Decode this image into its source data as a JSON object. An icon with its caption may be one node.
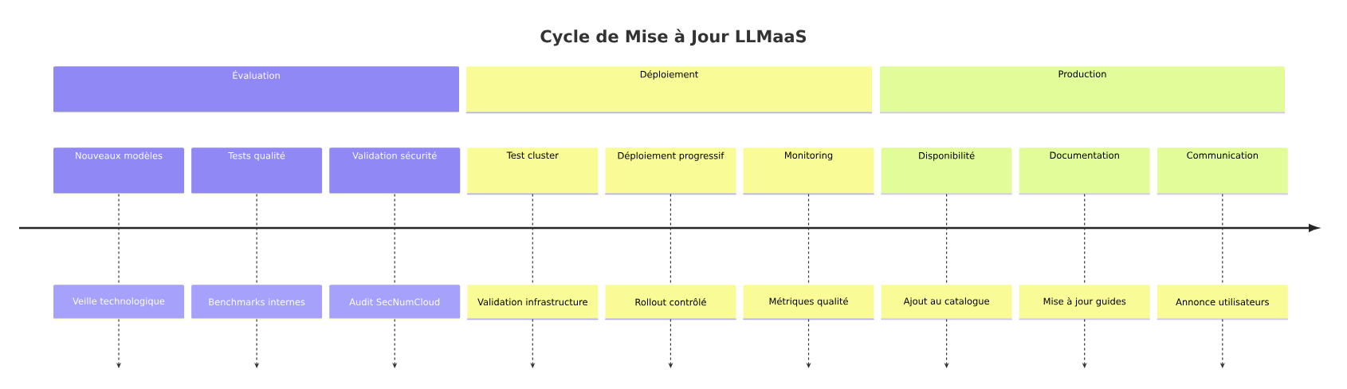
{
  "diagram": {
    "title": "Cycle de Mise à Jour LLMaaS",
    "nodes": [
      {
        "text": [
          "Évaluation"
        ]
      },
      {
        "text": [
          "Déploiement"
        ]
      },
      {
        "text": [
          "Production"
        ]
      },
      {
        "text": [
          "Nouveaux modèles"
        ]
      },
      {
        "text": [
          "Tests qualité"
        ]
      },
      {
        "text": [
          "Validation sécurité"
        ]
      },
      {
        "text": [
          "Test cluster"
        ]
      },
      {
        "text": [
          "Déploiement progressif"
        ]
      },
      {
        "text": [
          "Monitoring"
        ]
      },
      {
        "text": [
          "Disponibilité"
        ]
      },
      {
        "text": [
          "Documentation"
        ]
      },
      {
        "text": [
          "Communication"
        ]
      },
      {
        "text": [
          "Veille technologique"
        ]
      },
      {
        "text": [
          "Benchmarks internes"
        ]
      },
      {
        "text": [
          "Audit SecNumCloud"
        ]
      },
      {
        "text": [
          "Validation infrastructure"
        ]
      },
      {
        "text": [
          "Rollout contrôlé"
        ]
      },
      {
        "text": [
          "Métriques qualité"
        ]
      },
      {
        "text": [
          "Ajout au catalogue"
        ]
      },
      {
        "text": [
          "Mise à jour guides"
        ]
      },
      {
        "text": [
          "Annonce utilisateurs"
        ]
      }
    ],
    "edges": [
      {
        "from": 3,
        "to": 12,
        "arrow": "none",
        "style": "dashed"
      },
      {
        "from": 12,
        "to": null,
        "arrow": "to",
        "style": "dashed"
      },
      {
        "from": 4,
        "to": 13,
        "arrow": "none",
        "style": "dashed"
      },
      {
        "from": 13,
        "to": null,
        "arrow": "to",
        "style": "dashed"
      },
      {
        "from": 5,
        "to": 14,
        "arrow": "none",
        "style": "dashed"
      },
      {
        "from": 14,
        "to": null,
        "arrow": "to",
        "style": "dashed"
      },
      {
        "from": 6,
        "to": 15,
        "arrow": "none",
        "style": "dashed"
      },
      {
        "from": 15,
        "to": null,
        "arrow": "to",
        "style": "dashed"
      },
      {
        "from": 7,
        "to": 16,
        "arrow": "none",
        "style": "dashed"
      },
      {
        "from": 16,
        "to": null,
        "arrow": "to",
        "style": "dashed"
      },
      {
        "from": 8,
        "to": 17,
        "arrow": "none",
        "style": "dashed"
      },
      {
        "from": 17,
        "to": null,
        "arrow": "to",
        "style": "dashed"
      },
      {
        "from": 9,
        "to": 18,
        "arrow": "none",
        "style": "dashed"
      },
      {
        "from": 18,
        "to": null,
        "arrow": "to",
        "style": "dashed"
      },
      {
        "from": 10,
        "to": 19,
        "arrow": "none",
        "style": "dashed"
      },
      {
        "from": 19,
        "to": null,
        "arrow": "to",
        "style": "dashed"
      },
      {
        "from": 11,
        "to": 20,
        "arrow": "none",
        "style": "dashed"
      },
      {
        "from": 20,
        "to": null,
        "arrow": "to",
        "style": "dashed"
      }
    ]
  }
}
